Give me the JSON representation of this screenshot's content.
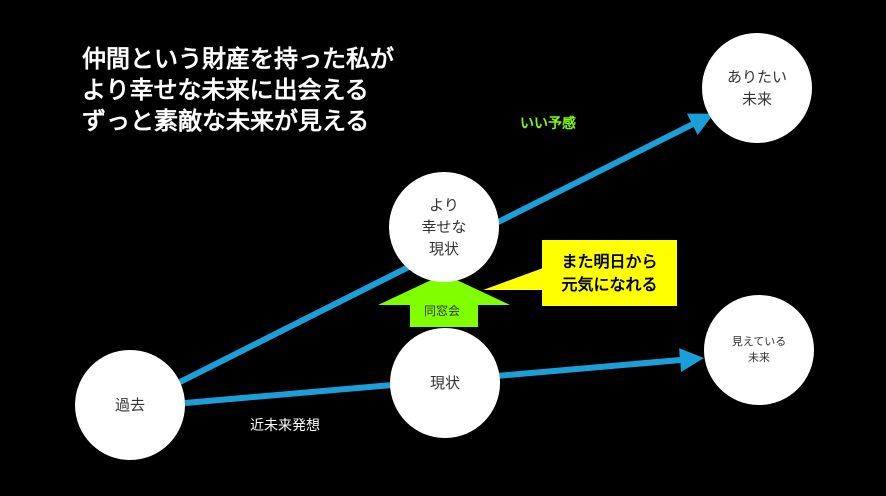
{
  "title": "仲間という財産を持った私が\nより幸せな未来に出会える\nずっと素敵な未来が見える",
  "nodes": {
    "past": "過去",
    "current": "現状",
    "happier": "より\n幸せな\n現状",
    "ideal_future": "ありたい\n未来",
    "visible_future": "見えている\n未来"
  },
  "labels": {
    "good_feeling": "いい予感",
    "near_future": "近未来発想",
    "reunion": "同窓会"
  },
  "callout": "また明日から\n元気になれる",
  "colors": {
    "line": "#1a9fd8",
    "arrow": "#80ff00",
    "callout": "#ffff00",
    "good_feeling": "#80ff00"
  }
}
